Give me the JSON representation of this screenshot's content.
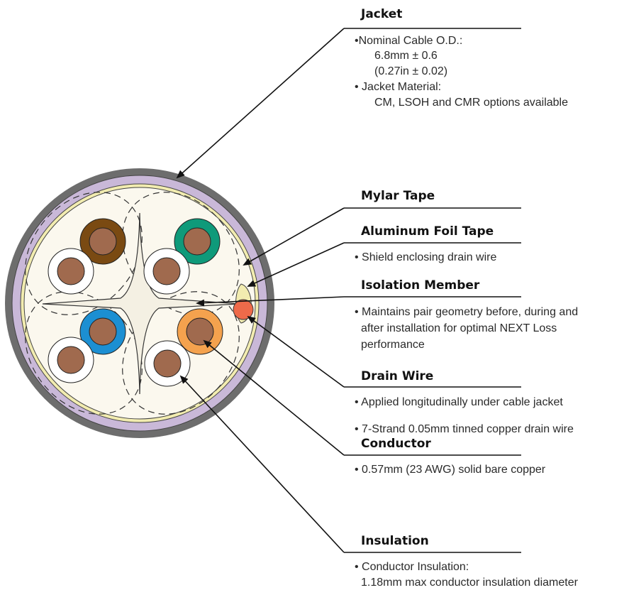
{
  "diagram_title": "",
  "sections": [
    {
      "id": "jacket",
      "title": "Jacket",
      "lines": [
        "•Nominal Cable O.D.:",
        "6.8mm ± 0.6",
        "(0.27in ± 0.02)",
        "• Jacket Material:",
        "CM, LSOH and CMR options available"
      ]
    },
    {
      "id": "mylar",
      "title": "Mylar Tape",
      "lines": []
    },
    {
      "id": "foil",
      "title": "Aluminum Foil Tape",
      "lines": [
        "• Shield enclosing drain wire"
      ]
    },
    {
      "id": "isolation",
      "title": "Isolation Member",
      "lines": [
        "• Maintains pair geometry before, during and",
        "after installation for optimal NEXT Loss",
        "performance"
      ]
    },
    {
      "id": "drain",
      "title": "Drain Wire",
      "lines": [
        "• Applied longitudinally under cable jacket",
        "• 7-Strand 0.05mm tinned copper drain wire"
      ]
    },
    {
      "id": "conductor",
      "title": "Conductor",
      "lines": [
        "• 0.57mm (23 AWG) solid bare copper"
      ]
    },
    {
      "id": "insulation",
      "title": "Insulation",
      "lines": [
        "• Conductor Insulation:",
        "1.18mm max conductor insulation diameter"
      ]
    }
  ],
  "colors": {
    "jacket": "#6d6d6d",
    "mylar": "#c9b8d8",
    "foil": "#f2ecb0",
    "fill": "#fbf8ee",
    "conductor": "#a06a4e",
    "drain": "#ee6a4a",
    "pair_brown": "#7a4a12",
    "pair_green": "#0f9a7a",
    "pair_blue": "#1c8fd2",
    "pair_orange": "#f4a24e"
  }
}
